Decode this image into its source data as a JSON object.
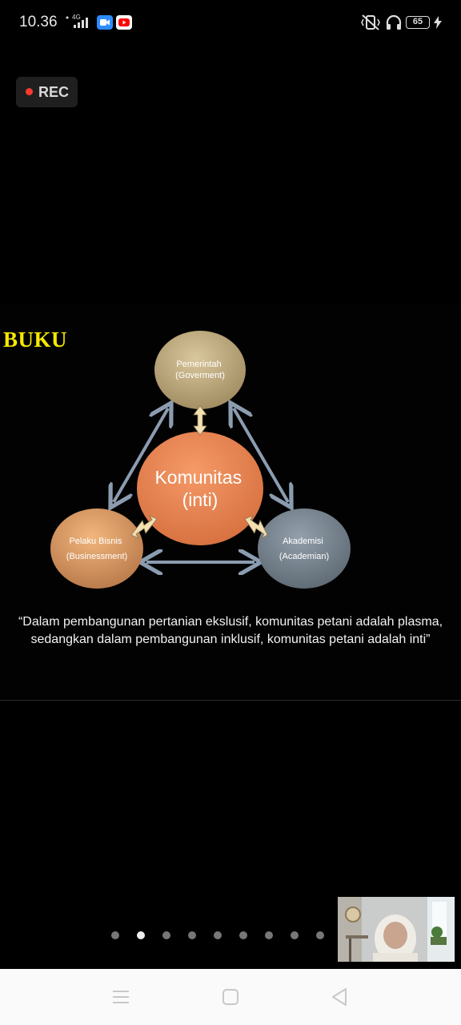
{
  "status_bar": {
    "time": "10.36",
    "network": "4G",
    "battery": "65"
  },
  "recording": {
    "label": "REC"
  },
  "slide": {
    "corner_label": "BUKU",
    "center": {
      "line1": "Komunitas",
      "line2": "(inti)"
    },
    "top": {
      "line1": "Pemerintah",
      "line2": "(Goverment)"
    },
    "left": {
      "line1": "Pelaku Bisnis",
      "line2": "(Businessment)"
    },
    "right": {
      "line1": "Akademisi",
      "line2": "(Academian)"
    },
    "quote": "“Dalam pembangunan pertanian ekslusif, komunitas petani adalah plasma, sedangkan dalam pembangunan inklusif, komunitas petani adalah inti”",
    "colors": {
      "center": "#f0895a",
      "top": "#c8b48a",
      "left": "#e8a56c",
      "right": "#7d8a96",
      "arrow": "#8c9cb0",
      "small_arrow": "#f3dfb0",
      "corner_label": "#f5e800"
    }
  },
  "pagination": {
    "count": 9,
    "active_index": 1
  },
  "icons": {
    "status": [
      "signal-icon",
      "zoom-app-icon",
      "youtube-app-icon",
      "vibrate-icon",
      "headset-icon",
      "battery-icon",
      "charging-icon"
    ],
    "nav": [
      "recent-apps-icon",
      "home-icon",
      "back-icon"
    ]
  }
}
